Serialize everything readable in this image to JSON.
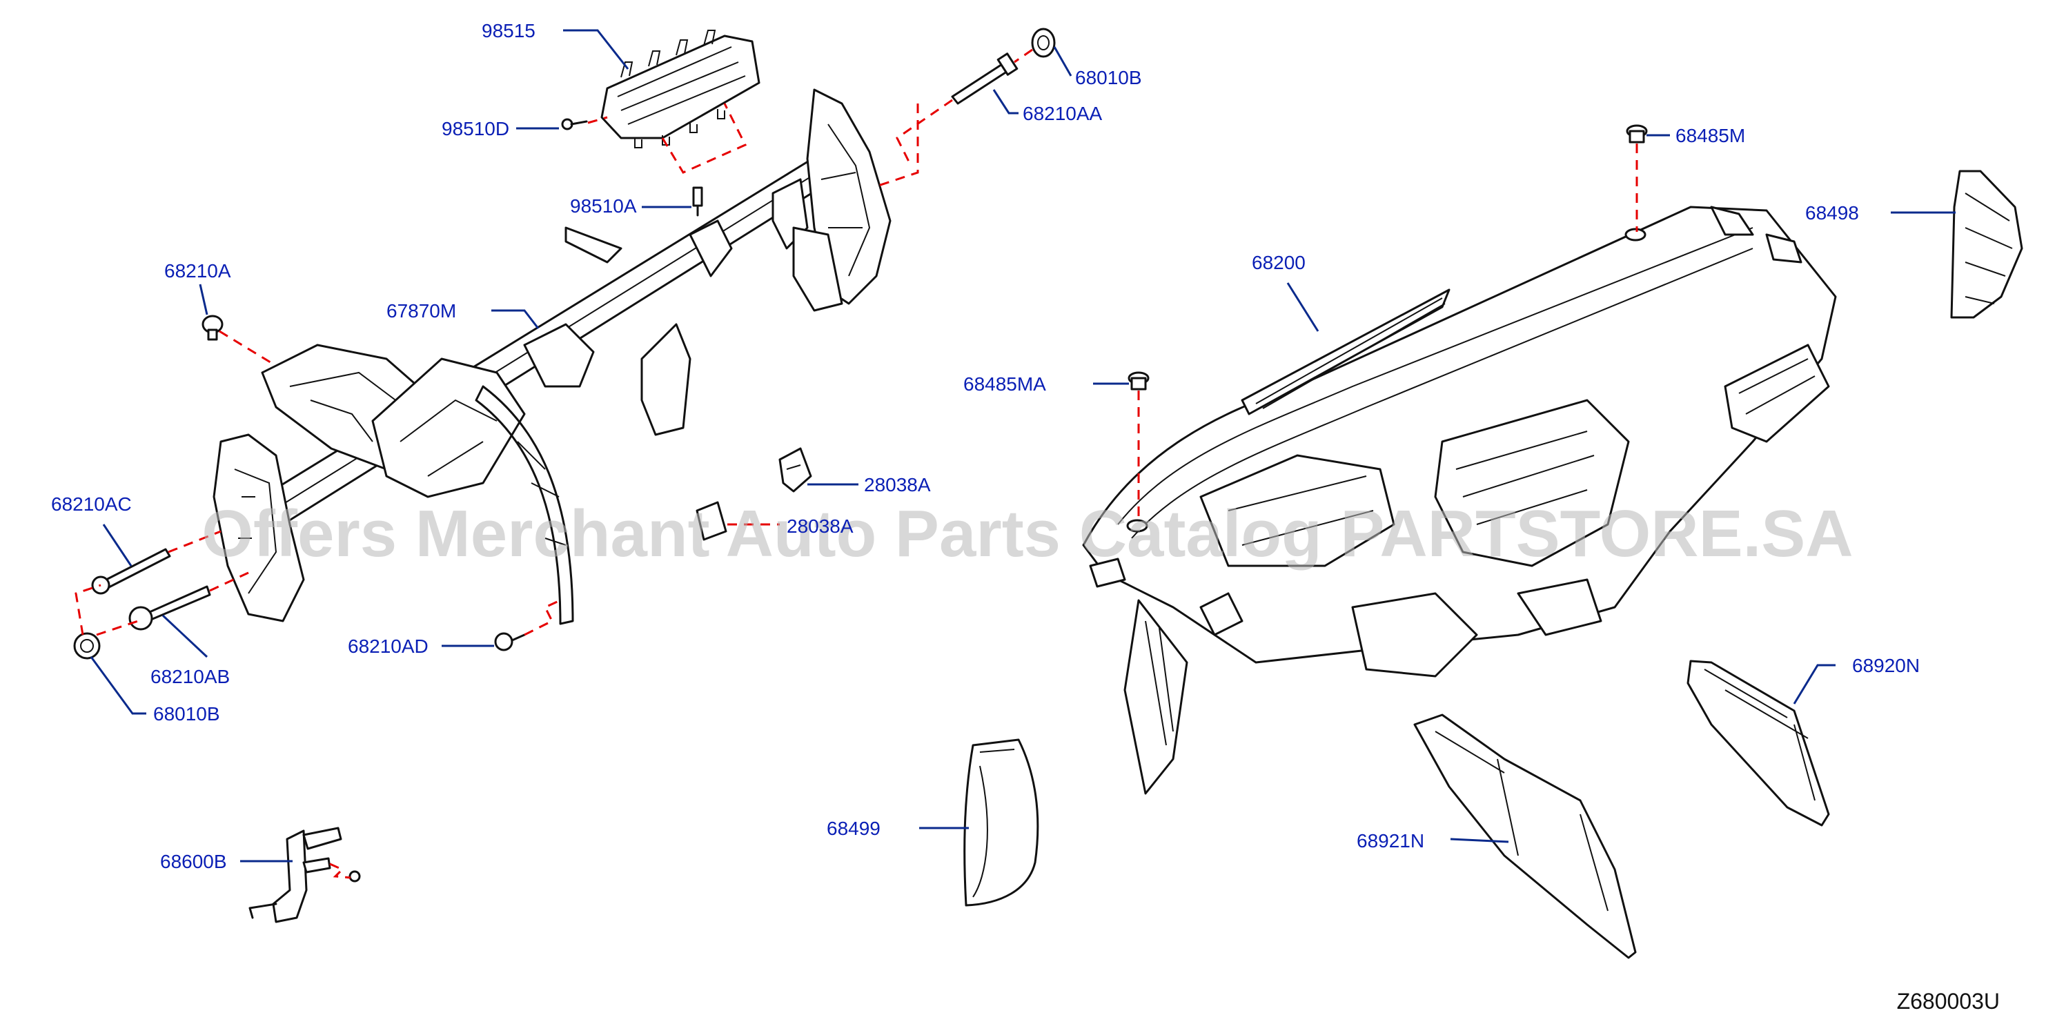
{
  "diagram_id": "Z680003U",
  "watermark": "Offers Merchant Auto Parts Catalog PARTSTORE.SA",
  "colors": {
    "label": "#0a1fb5",
    "leader": "#0a2a8c",
    "dash": "#e60000",
    "line": "#111111"
  },
  "labels": {
    "p98515": "98515",
    "p98510D": "98510D",
    "p98510A": "98510A",
    "p68010B_top": "68010B",
    "p68210AA": "68210AA",
    "p68485M": "68485M",
    "p68498": "68498",
    "p68200": "68200",
    "p68210A": "68210A",
    "p67870M": "67870M",
    "p68485MA": "68485MA",
    "p28038A": "28038A",
    "p28038A_2": "28038A",
    "p68210AC": "68210AC",
    "p68210AB": "68210AB",
    "p68010B_bottom": "68010B",
    "p68210AD": "68210AD",
    "p68920N": "68920N",
    "p68499": "68499",
    "p68921N": "68921N",
    "p68600B": "68600B"
  }
}
